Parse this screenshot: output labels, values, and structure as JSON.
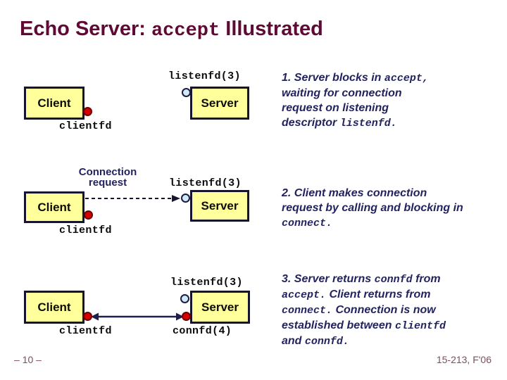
{
  "title": {
    "prefix": "Echo Server: ",
    "mono": "accept",
    "suffix": " Illustrated"
  },
  "colors": {
    "title_maroon": "#600935",
    "body_navy": "#232360",
    "box_fill": "#ffff9b",
    "box_border": "#15152f",
    "red_dot": "#d60000",
    "open_circle_fill": "#d2eaf8",
    "footer_maroon": "#7d4e66"
  },
  "diagram": {
    "rows": [
      {
        "client": "Client",
        "server": "Server",
        "listenfd": "listenfd(3)",
        "clientfd": "clientfd"
      },
      {
        "client": "Client",
        "server": "Server",
        "listenfd": "listenfd(3)",
        "clientfd": "clientfd",
        "connection_line1": "Connection",
        "connection_line2": "request"
      },
      {
        "client": "Client",
        "server": "Server",
        "listenfd": "listenfd(3)",
        "clientfd": "clientfd",
        "connfd": "connfd(4)"
      }
    ],
    "icons": {
      "red_dot": "connected-socket-dot",
      "open_circle": "listening-socket-circle"
    }
  },
  "steps": [
    {
      "lines": [
        [
          {
            "t": "1. Server blocks in ",
            "m": false
          },
          {
            "t": "accept,",
            "m": true
          }
        ],
        [
          {
            "t": "waiting for connection",
            "m": false
          }
        ],
        [
          {
            "t": "request on listening",
            "m": false
          }
        ],
        [
          {
            "t": "descriptor ",
            "m": false
          },
          {
            "t": "listenfd.",
            "m": true
          }
        ]
      ]
    },
    {
      "lines": [
        [
          {
            "t": "2. Client makes connection",
            "m": false
          }
        ],
        [
          {
            "t": "request by calling and blocking in",
            "m": false
          }
        ],
        [
          {
            "t": "connect.",
            "m": true
          }
        ]
      ]
    },
    {
      "lines": [
        [
          {
            "t": "3. Server returns ",
            "m": false
          },
          {
            "t": "connfd",
            "m": true
          },
          {
            "t": " from",
            "m": false
          }
        ],
        [
          {
            "t": "accept.",
            "m": true
          },
          {
            "t": " Client returns from",
            "m": false
          }
        ],
        [
          {
            "t": "connect.",
            "m": true
          },
          {
            "t": " Connection is now",
            "m": false
          }
        ],
        [
          {
            "t": "established between ",
            "m": false
          },
          {
            "t": "clientfd",
            "m": true
          }
        ],
        [
          {
            "t": "and ",
            "m": false
          },
          {
            "t": "connfd.",
            "m": true
          }
        ]
      ]
    }
  ],
  "footer": {
    "page": "– 10 –",
    "course": "15-213, F'06"
  }
}
